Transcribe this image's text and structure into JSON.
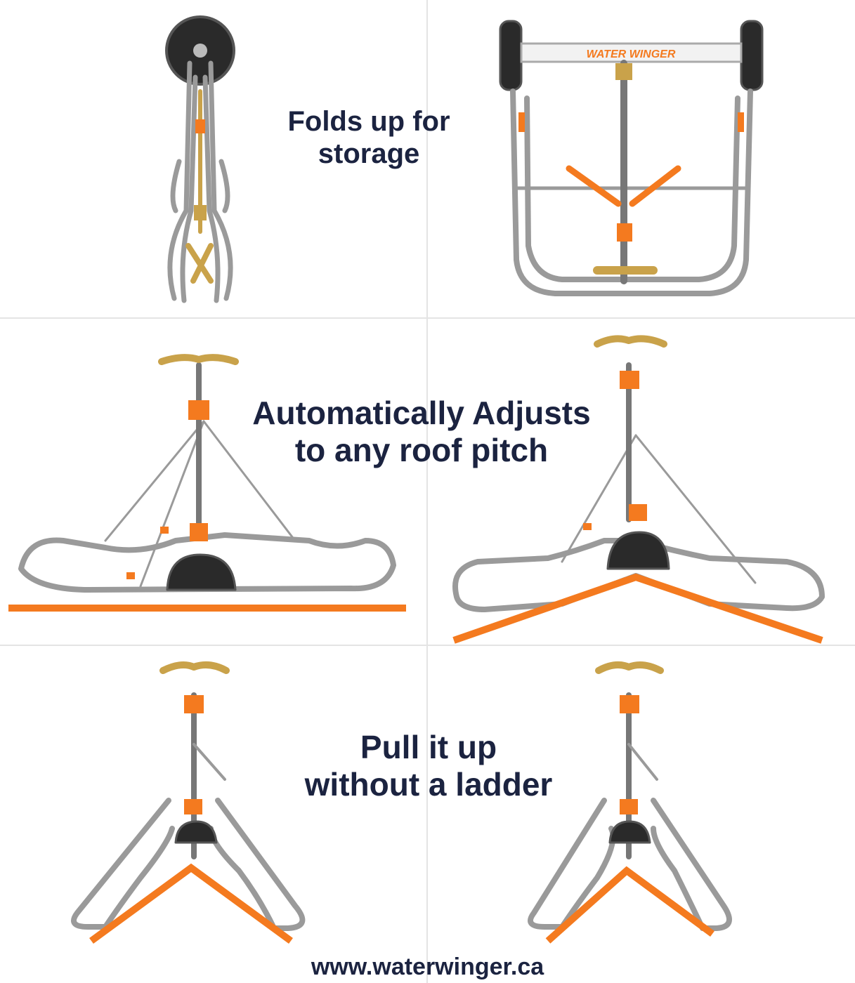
{
  "captions": {
    "fold": [
      "Folds up for",
      "storage"
    ],
    "adjust": [
      "Automatically Adjusts",
      "to any roof pitch"
    ],
    "pull": [
      "Pull it up",
      "without a ladder"
    ]
  },
  "brand_label": "WATER WINGER",
  "website": "www.waterwinger.ca",
  "colors": {
    "caption": "#1b2340",
    "accent_orange": "#f47a1f",
    "frame_steel": "#9a9a9a",
    "brass": "#c9a24a"
  }
}
